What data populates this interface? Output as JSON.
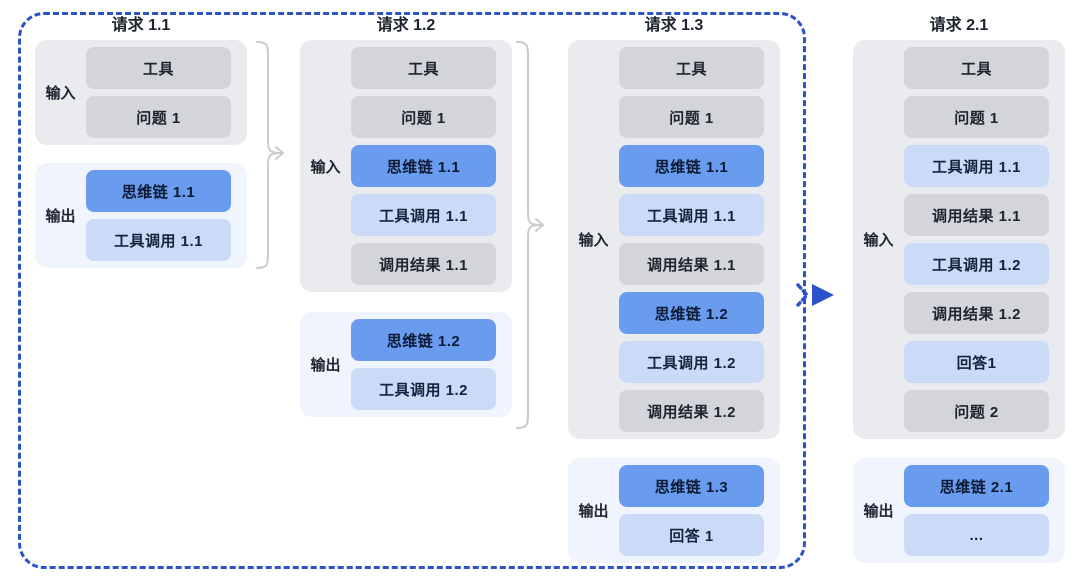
{
  "figure": {
    "requests": [
      {
        "title": "请求 1.1",
        "input_label": "输入",
        "output_label": "输出",
        "input_boxes": [
          {
            "text": "工具",
            "type": "gray"
          },
          {
            "text": "问题 1",
            "type": "gray"
          }
        ],
        "output_boxes": [
          {
            "text": "思维链 1.1",
            "type": "blue"
          },
          {
            "text": "工具调用 1.1",
            "type": "lightblue"
          }
        ]
      },
      {
        "title": "请求 1.2",
        "input_label": "输入",
        "output_label": "输出",
        "input_boxes": [
          {
            "text": "工具",
            "type": "gray"
          },
          {
            "text": "问题 1",
            "type": "gray"
          },
          {
            "text": "思维链 1.1",
            "type": "blue"
          },
          {
            "text": "工具调用 1.1",
            "type": "lightblue"
          },
          {
            "text": "调用结果 1.1",
            "type": "gray"
          }
        ],
        "output_boxes": [
          {
            "text": "思维链 1.2",
            "type": "blue"
          },
          {
            "text": "工具调用 1.2",
            "type": "lightblue"
          }
        ]
      },
      {
        "title": "请求 1.3",
        "input_label": "输入",
        "output_label": "输出",
        "input_boxes": [
          {
            "text": "工具",
            "type": "gray"
          },
          {
            "text": "问题 1",
            "type": "gray"
          },
          {
            "text": "思维链 1.1",
            "type": "blue"
          },
          {
            "text": "工具调用 1.1",
            "type": "lightblue"
          },
          {
            "text": "调用结果 1.1",
            "type": "gray"
          },
          {
            "text": "思维链 1.2",
            "type": "blue"
          },
          {
            "text": "工具调用 1.2",
            "type": "lightblue"
          },
          {
            "text": "调用结果 1.2",
            "type": "gray"
          }
        ],
        "output_boxes": [
          {
            "text": "思维链 1.3",
            "type": "blue"
          },
          {
            "text": "回答 1",
            "type": "lightblue"
          }
        ]
      },
      {
        "title": "请求 2.1",
        "input_label": "输入",
        "output_label": "输出",
        "input_boxes": [
          {
            "text": "工具",
            "type": "gray"
          },
          {
            "text": "问题 1",
            "type": "gray"
          },
          {
            "text": "工具调用 1.1",
            "type": "lightblue"
          },
          {
            "text": "调用结果 1.1",
            "type": "gray"
          },
          {
            "text": "工具调用 1.2",
            "type": "lightblue"
          },
          {
            "text": "调用结果 1.2",
            "type": "gray"
          },
          {
            "text": "回答1",
            "type": "lightblue"
          },
          {
            "text": "问题 2",
            "type": "gray"
          }
        ],
        "output_boxes": [
          {
            "text": "思维链 2.1",
            "type": "blue"
          },
          {
            "text": "...",
            "type": "lightblue"
          }
        ]
      }
    ],
    "icons": {
      "turn_arrow": "▶"
    },
    "colors": {
      "bluebox": "#699BEF",
      "lightbluebox": "#CBDBF7",
      "graybox": "#D3D5DA",
      "inputbg": "#E9EBEE",
      "outputbg": "#EFF4FD",
      "frame": "#2B52C8",
      "connector": "#C9CBCF"
    }
  }
}
